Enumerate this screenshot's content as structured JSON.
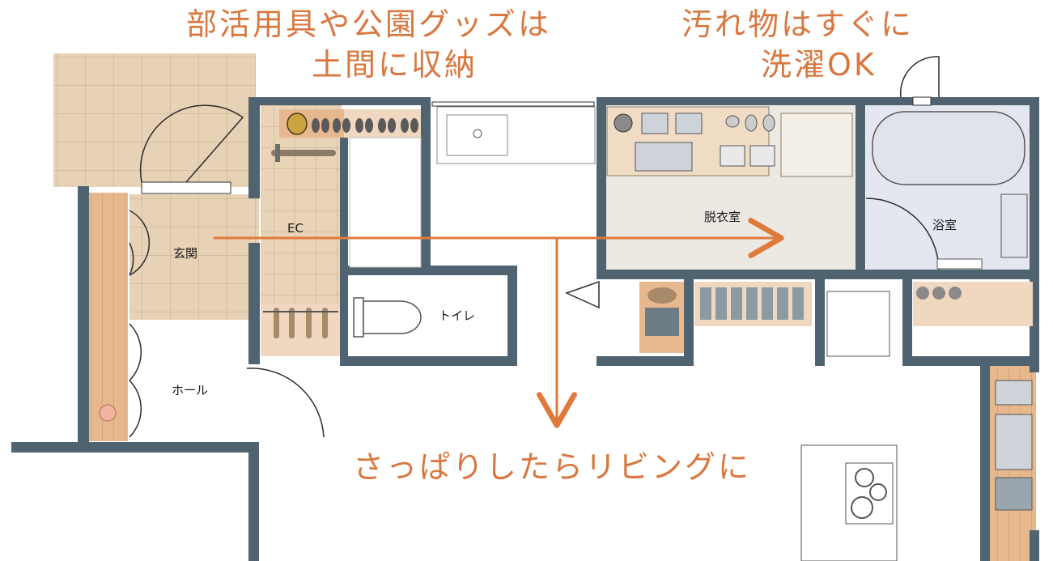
{
  "captions": {
    "top_left_line1": "部活用具や公園グッズは",
    "top_left_line2": "土間に収納",
    "top_right_line1": "汚れ物はすぐに",
    "top_right_line2": "洗濯OK",
    "bottom": "さっぱりしたらリビングに"
  },
  "rooms": {
    "genkan": "玄関",
    "ec": "EC",
    "datsuishitsu": "脱衣室",
    "yokushitsu": "浴室",
    "toire": "トイレ",
    "hall": "ホール"
  },
  "colors": {
    "wall": "#4f6470",
    "floor_tile": "#e8d2b5",
    "wood": "#e7b88e",
    "wet_floor": "#e4e7ef",
    "dressing_floor": "#ece9e2",
    "accent": "#e07a3c"
  }
}
